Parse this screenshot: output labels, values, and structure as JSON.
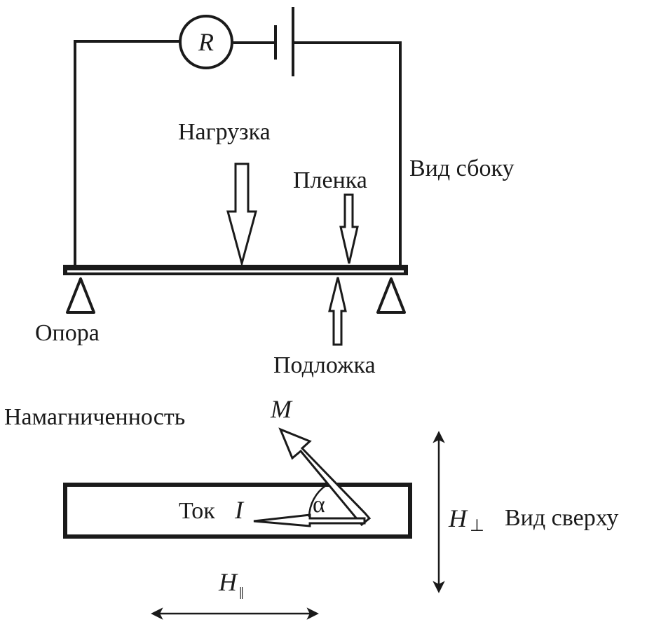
{
  "figure": {
    "side_view": {
      "view_label": "Вид сбоку",
      "resistor_symbol": "R",
      "load_label": "Нагрузка",
      "film_label": "Пленка",
      "support_label": "Опора",
      "substrate_label": "Подложка",
      "colors": {
        "ink": "#1a1a1a",
        "background": "#ffffff"
      }
    },
    "top_view": {
      "view_label": "Вид сверху",
      "magnetization_label": "Намагниченность",
      "magnetization_symbol": "M",
      "current_label": "Ток",
      "current_symbol": "I",
      "angle_symbol": "α",
      "field_perp_symbol": "H",
      "field_perp_subscript": "⊥",
      "field_par_symbol": "H",
      "field_par_subscript": "‖"
    }
  }
}
